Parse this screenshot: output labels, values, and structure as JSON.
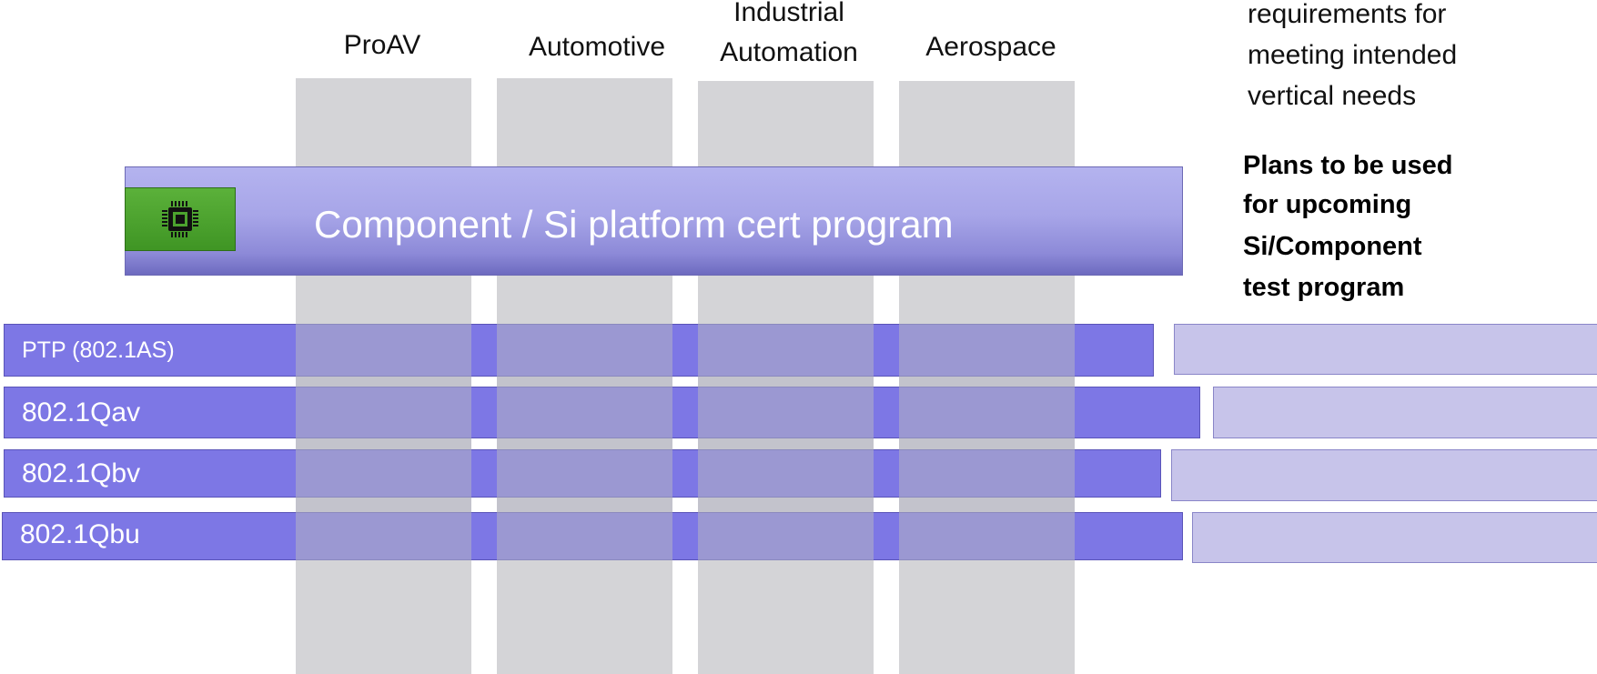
{
  "columns": [
    "ProAV",
    "Automotive",
    "Industrial",
    "Automation",
    "Aerospace"
  ],
  "banner": {
    "title": "Component / Si platform cert program",
    "icon": "chip-icon"
  },
  "standards": [
    "PTP (802.1AS)",
    "802.1Qav",
    "802.1Qbv",
    "802.1Qbu"
  ],
  "right_text": {
    "line1": "requirements for",
    "line2": "meeting intended",
    "line3": "vertical needs",
    "bold1": "Plans to be used",
    "bold2": "for upcoming",
    "bold3": "Si/Component",
    "bold4": "test program"
  },
  "colors": {
    "bar": "#7d77e5",
    "banner": "#a7a5e8",
    "column": "#d4d4d7",
    "chip": "#4ca32e"
  }
}
